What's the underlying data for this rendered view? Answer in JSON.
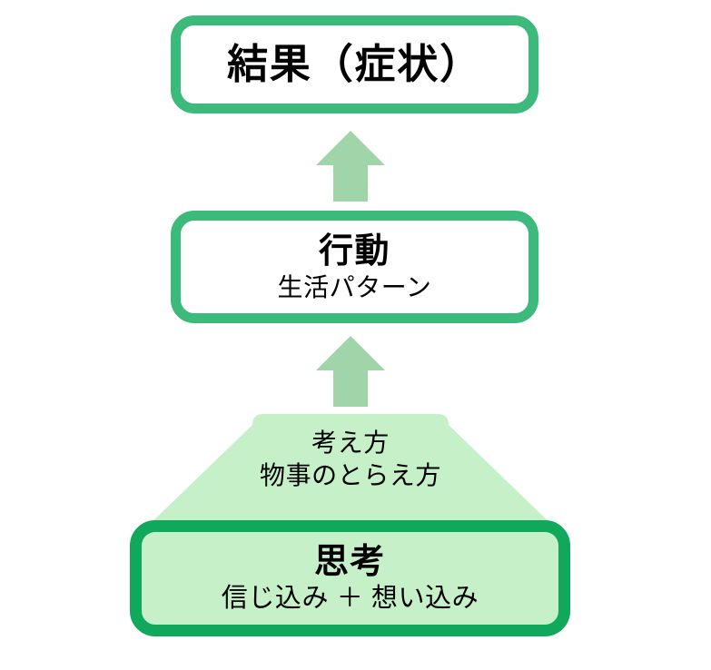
{
  "diagram": {
    "title": "思考・行動・結果の因果図",
    "colors": {
      "stroke_mid_green": "#3cba7c",
      "stroke_dark_green": "#10a95c",
      "fill_light_green": "#c6f0c8",
      "arrow_green": "#9fd5a9",
      "background": "#ffffff",
      "text": "#000000"
    },
    "nodes": {
      "result": {
        "title": "結果（症状）",
        "subtitle": ""
      },
      "behavior": {
        "title": "行動",
        "subtitle": "生活パターン"
      },
      "mindset": {
        "line1": "考え方",
        "line2": "物事のとらえ方"
      },
      "thought": {
        "title": "思考",
        "subtitle": "信じ込み ＋ 想い込み"
      }
    },
    "arrows": [
      {
        "name": "思考 → 行動",
        "direction": "up"
      },
      {
        "name": "行動 → 結果",
        "direction": "up"
      }
    ]
  }
}
